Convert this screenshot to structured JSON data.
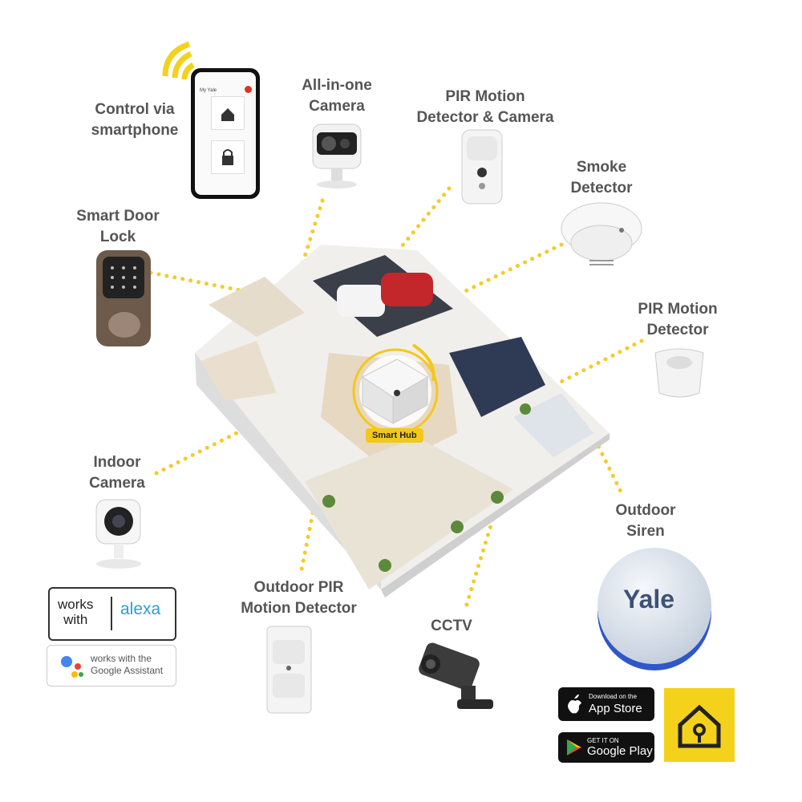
{
  "devices": {
    "smartphone": "Control via\nsmartphone",
    "all_in_one_camera": "All-in-one\nCamera",
    "pir_camera": "PIR Motion\nDetector & Camera",
    "smoke_detector": "Smoke\nDetector",
    "door_lock": "Smart Door\nLock",
    "pir_detector": "PIR Motion\nDetector",
    "indoor_camera": "Indoor\nCamera",
    "outdoor_siren": "Outdoor\nSiren",
    "outdoor_pir": "Outdoor PIR\nMotion Detector",
    "cctv": "CCTV"
  },
  "hub": {
    "label": "Smart Hub"
  },
  "siren_brand": "Yale",
  "phone_screen": {
    "header": "My Yale"
  },
  "badges": {
    "alexa_left": "works\nwith",
    "alexa_right": "alexa",
    "google": "works with the\nGoogle Assistant"
  },
  "stores": {
    "apple_small": "Download on the",
    "apple_big": "App Store",
    "google_small": "GET IT ON",
    "google_big": "Google Play"
  },
  "colors": {
    "accent": "#f4c81b",
    "label": "#555555"
  }
}
